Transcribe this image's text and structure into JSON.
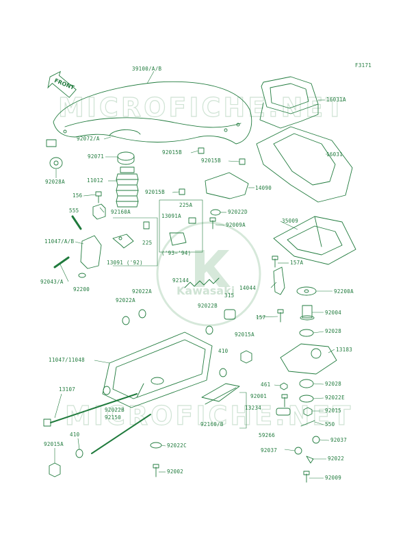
{
  "figure_code": "F3171",
  "front_label": "FRONT",
  "watermark": {
    "text": "MICROFICHE.NET",
    "brand": "Kawasaki"
  },
  "labels": {
    "p39100": "39100/A/B",
    "p16031A": "16031A",
    "p16031": "16031",
    "p92072A": "92072/A",
    "p92071": "92071",
    "p92028A": "92028A",
    "p92015B_1": "92015B",
    "p92015B_2": "92015B",
    "p11012": "11012",
    "p156": "156",
    "p92015B_3": "92015B",
    "p14090": "14090",
    "p555": "555",
    "p92160A": "92160A",
    "p225A": "225A",
    "p13091A": "13091A",
    "p92022D": "92022D",
    "p92009A": "92009A",
    "p35009": "35009",
    "p11047AB": "11047/A/B",
    "p225": "225",
    "p13091_92": "13091 ('92)",
    "p93_94": "('93~'94)",
    "p157A": "157A",
    "p92043A": "92043/A",
    "p92200": "92200",
    "p92144": "92144",
    "p14044": "14044",
    "p92200A": "92200A",
    "p92022A_1": "92022A",
    "p92022A_2": "92022A",
    "p315": "315",
    "p92022B": "92022B",
    "p157": "157",
    "p92004": "92004",
    "p92028_1": "92028",
    "p92015A_1": "92015A",
    "p13183": "13183",
    "p11047_11048": "11047/11048",
    "p410_1": "410",
    "p461": "461",
    "p92028_2": "92028",
    "p13107": "13107",
    "p92001": "92001",
    "p92022E": "92022E",
    "p92022B_2": "92022B",
    "p13234": "13234",
    "p92015": "92015",
    "p92150": "92150",
    "p92160B": "92160/B",
    "p59266": "59266",
    "p550": "550",
    "p410_2": "410",
    "p92037_1": "92037",
    "p92015A_2": "92015A",
    "p92022C": "92022C",
    "p92037_2": "92037",
    "p92022": "92022",
    "p92002": "92002",
    "p92009": "92009"
  }
}
